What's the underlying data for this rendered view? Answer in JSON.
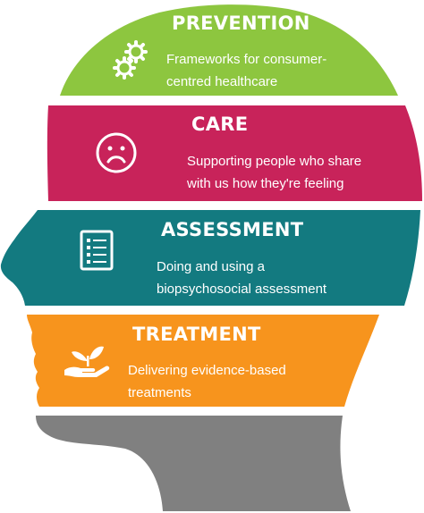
{
  "colors": {
    "prevention": "#8dc63f",
    "care": "#c8235a",
    "assessment": "#137a80",
    "treatment": "#f7941d",
    "neck": "#808080"
  },
  "sections": [
    {
      "id": "prevention",
      "title": "PREVENTION",
      "line1": "Frameworks for consumer-",
      "line2": "centred healthcare",
      "icon": "gears-icon"
    },
    {
      "id": "care",
      "title": "CARE",
      "line1": "Supporting people who share",
      "line2": "with us how they're feeling",
      "icon": "sad-face-icon"
    },
    {
      "id": "assessment",
      "title": "ASSESSMENT",
      "line1": "Doing and using a",
      "line2": "biopsychosocial assessment",
      "icon": "checklist-icon"
    },
    {
      "id": "treatment",
      "title": "TREATMENT",
      "line1": "Delivering evidence-based",
      "line2": "treatments",
      "icon": "hand-plant-icon"
    }
  ]
}
